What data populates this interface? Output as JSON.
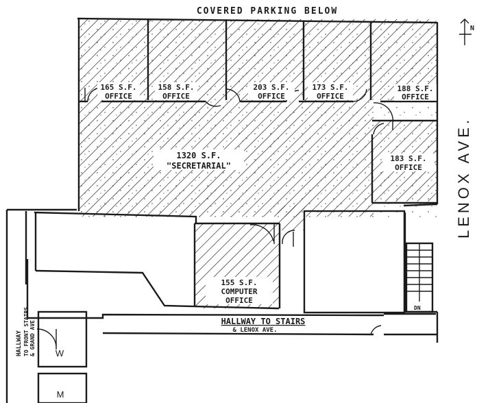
{
  "top_label": "COVERED PARKING BELOW",
  "street_label": "LENOX AVE.",
  "north_arrow_label": "N",
  "rooms": [
    {
      "area": "165 S.F.",
      "name": "OFFICE"
    },
    {
      "area": "158 S.F.",
      "name": "OFFICE"
    },
    {
      "area": "203 S.F.",
      "name": "OFFICE"
    },
    {
      "area": "173 S.F.",
      "name": "OFFICE"
    },
    {
      "area": "188 S.F.",
      "name": "OFFICE"
    },
    {
      "area": "183 S.F.",
      "name": "OFFICE"
    },
    {
      "area": "1320 S.F.",
      "name": "\"SECRETARIAL\""
    },
    {
      "area": "155 S.F.",
      "name": "COMPUTER",
      "name2": "OFFICE"
    }
  ],
  "hallway_label": "HALLWAY TO STAIRS",
  "hallway_sub": "& LENOX AVE.",
  "west_hallway_line1": "HALLWAY",
  "west_hallway_line2": "TO FRONT STAIRS",
  "west_hallway_line3": "& GRAND AVE.",
  "restroom_w": "W",
  "restroom_m": "M",
  "stair_label": "DN"
}
